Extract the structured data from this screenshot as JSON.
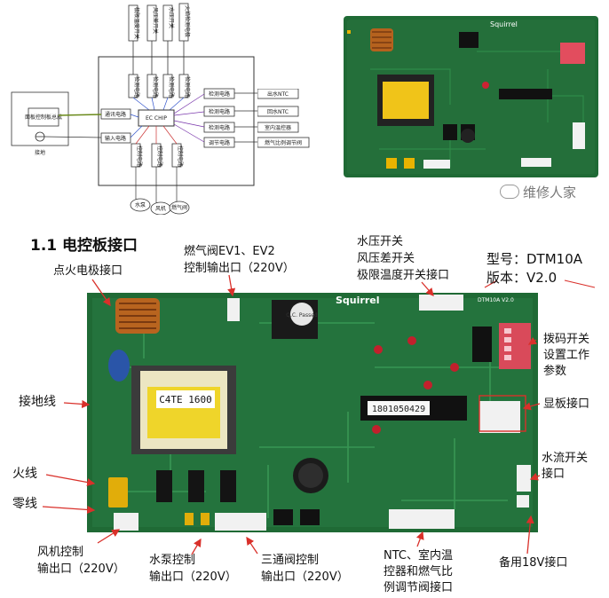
{
  "schematic": {
    "chip": "EC CHIP",
    "top_modules": [
      "极限温度开关",
      "风压差开关",
      "水压开关",
      "火焰检测电极"
    ],
    "top_circuits": [
      "检测电路",
      "检测电路",
      "检测电路",
      "检测电路"
    ],
    "left_box": "面板控制板总成",
    "left_bottom": "接地",
    "left_circuits": [
      "通讯电路",
      "输入电路"
    ],
    "right_circuits": [
      "检测电路",
      "检测电路",
      "检测电路",
      "调节电路"
    ],
    "right_modules": [
      "出水NTC",
      "回水NTC",
      "室内温控器",
      "燃气比例调节阀"
    ],
    "bottom_circuits": [
      "控制电路",
      "控制电路",
      "控制电路"
    ],
    "bottom_loads": [
      "水泵",
      "风机",
      "燃气阀"
    ]
  },
  "photo_top": {
    "brand": "Squirrel",
    "watermark": "维修人家"
  },
  "section_title": "1.1 电控板接口",
  "model": {
    "type_label": "型号：DTM10A",
    "version_label": "版本：V2.0"
  },
  "board": {
    "brand": "Squirrel",
    "model_print": "DTM10A V2.0",
    "transformer": "C4TE  1600",
    "relay_sticker": "Q.C. Passed",
    "chip_code": "1801050429"
  },
  "callouts": {
    "ignition": "点火电极接口",
    "gas_valve": [
      "燃气阀EV1、EV2",
      "控制输出口（220V）"
    ],
    "pressure": [
      "水压开关",
      "风压差开关",
      "极限温度开关接口"
    ],
    "dip": [
      "拨码开关",
      "设置工作",
      "参数"
    ],
    "ground": "接地线",
    "display": "显板接口",
    "live": "火线",
    "water_flow": [
      "水流开关",
      "接口"
    ],
    "neutral": "零线",
    "fan": [
      "风机控制",
      "输出口（220V）"
    ],
    "pump": [
      "水泵控制",
      "输出口（220V）"
    ],
    "three_way": [
      "三通阀控制",
      "输出口（220V）"
    ],
    "ntc": [
      "NTC、室内温",
      "控器和燃气比",
      "例调节阀接口"
    ],
    "spare": "备用18V接口"
  },
  "colors": {
    "board_green": "#1f6a35",
    "line_blue": "#2a6ac8",
    "arrow_red": "#d9302a"
  }
}
